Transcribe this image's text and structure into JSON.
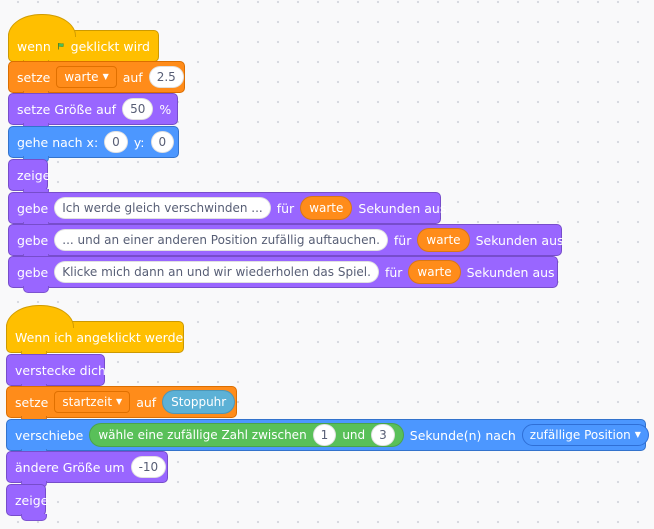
{
  "script1": {
    "hat": {
      "prefix": "wenn",
      "suffix": "geklickt wird",
      "flag_icon": "green-flag-icon"
    },
    "set_wait": {
      "label": "setze",
      "variable": "warte",
      "to": "auf",
      "value": "2.5"
    },
    "set_size": {
      "label": "setze Größe auf",
      "value": "50",
      "unit": "%"
    },
    "goto": {
      "label": "gehe nach x:",
      "x": "0",
      "y_label": "y:",
      "y": "0"
    },
    "show": {
      "label": "zeige"
    },
    "say1": {
      "label": "gebe",
      "message": "Ich werde gleich verschwinden ...",
      "for": "für",
      "var": "warte",
      "suffix": "Sekunden aus"
    },
    "say2": {
      "label": "gebe",
      "message": "... und an einer anderen Position zufällig auftauchen.",
      "for": "für",
      "var": "warte",
      "suffix": "Sekunden aus"
    },
    "say3": {
      "label": "gebe",
      "message": "Klicke  mich dann an und wir wiederholen das Spiel.",
      "for": "für",
      "var": "warte",
      "suffix": "Sekunden aus"
    }
  },
  "script2": {
    "hat": {
      "label": "Wenn ich angeklickt werde"
    },
    "hide": {
      "label": "verstecke dich"
    },
    "set_start": {
      "label": "setze",
      "variable": "startzeit",
      "to": "auf",
      "value": "Stoppuhr"
    },
    "glide": {
      "label": "verschiebe",
      "random_label": "wähle eine zufällige Zahl zwischen",
      "from": "1",
      "and": "und",
      "to": "3",
      "seconds": "Sekunde(n) nach",
      "target": "zufällige Position"
    },
    "change_size": {
      "label": "ändere Größe um",
      "value": "-10"
    },
    "show": {
      "label": "zeige"
    }
  },
  "colors": {
    "events": "#ffbf00",
    "variables": "#ff8c1a",
    "looks": "#9966ff",
    "motion": "#4c97ff",
    "sensing": "#5cb1d6",
    "operators": "#59c059"
  }
}
